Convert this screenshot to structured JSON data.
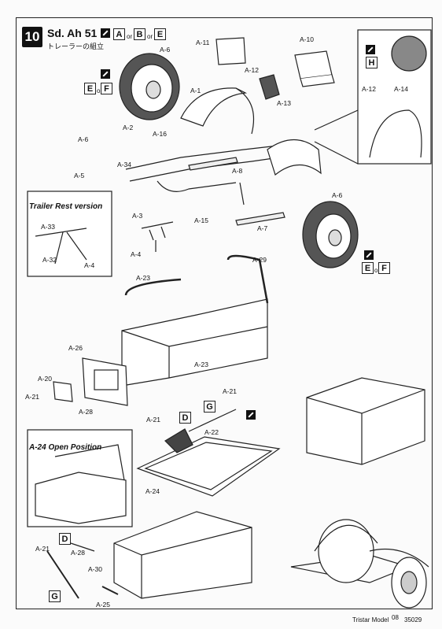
{
  "step": {
    "number": "10",
    "title": "Sd. Ah 51",
    "subtitle": "トレーラーの組立",
    "options": [
      "A",
      "B",
      "E"
    ],
    "or_text": "or"
  },
  "paint_codes": {
    "wheel_left": [
      "E",
      "F"
    ],
    "wheel_right": [
      "E",
      "F"
    ],
    "detail_inset": "H",
    "tool_left": "D",
    "tool_right": "G",
    "bottom_left_top": "D",
    "bottom_left_bottom": "G"
  },
  "insets": {
    "trailer_rest": "Trailer Rest version",
    "a24_open": "A-24 Open Position"
  },
  "labels": {
    "a6_top": "A-6",
    "a11": "A-11",
    "a10": "A-10",
    "a12_top": "A-12",
    "a1": "A-1",
    "a13": "A-13",
    "a2": "A-2",
    "a16": "A-16",
    "a6_left": "A-6",
    "a5": "A-5",
    "a34": "A-34",
    "a8": "A-8",
    "a6_right": "A-6",
    "a3": "A-3",
    "a15": "A-15",
    "a7": "A-7",
    "a4": "A-4",
    "a33": "A-33",
    "a32": "A-32",
    "a4_inset": "A-4",
    "a12_inset": "A-12",
    "a14_inset": "A-14",
    "a29": "A-29",
    "a23_top": "A-23",
    "a26": "A-26",
    "a23_mid": "A-23",
    "a20": "A-20",
    "a21_left": "A-21",
    "a28_mid": "A-28",
    "a21_mid": "A-21",
    "a21_right": "A-21",
    "a22": "A-22",
    "a24": "A-24",
    "a21_bottom": "A-21",
    "a28_bottom": "A-28",
    "a30": "A-30",
    "a25": "A-25"
  },
  "footer": {
    "brand": "Tristar Model",
    "page": "08",
    "code": "35029"
  }
}
